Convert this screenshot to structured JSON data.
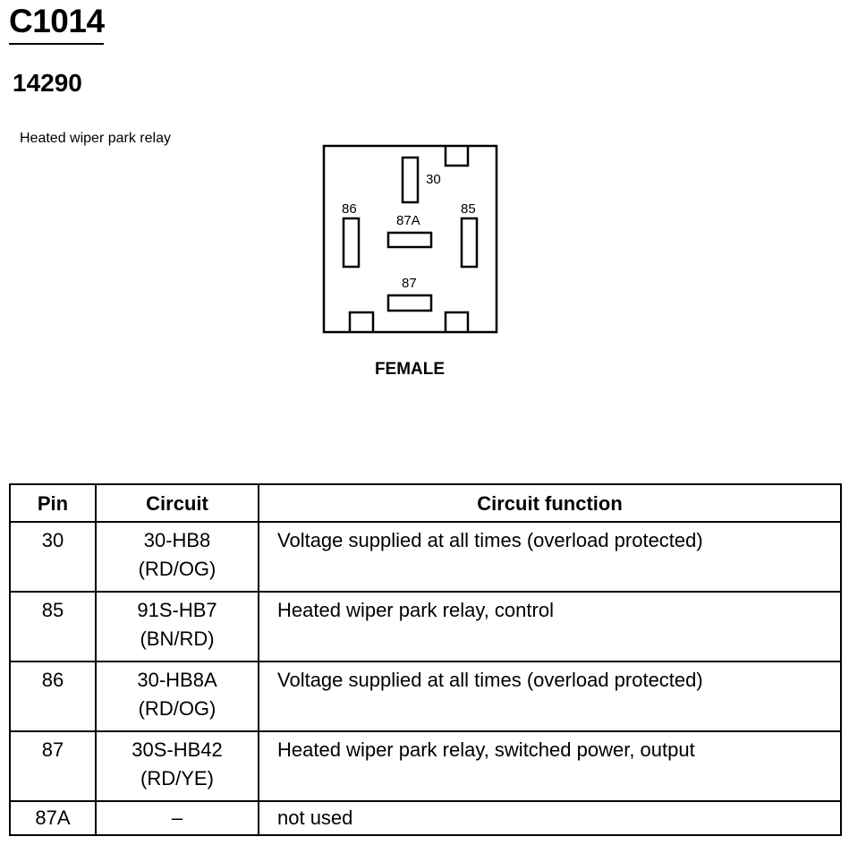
{
  "header": {
    "connector_id": "C1014",
    "part_number": "14290",
    "description": "Heated wiper park relay"
  },
  "connector_diagram": {
    "gender_label": "FEMALE",
    "terminals": [
      {
        "label": "30",
        "orientation": "vertical"
      },
      {
        "label": "86",
        "orientation": "vertical"
      },
      {
        "label": "87A",
        "orientation": "horizontal"
      },
      {
        "label": "85",
        "orientation": "vertical"
      },
      {
        "label": "87",
        "orientation": "horizontal"
      }
    ]
  },
  "table": {
    "headers": {
      "pin": "Pin",
      "circuit": "Circuit",
      "function": "Circuit function"
    },
    "rows": [
      {
        "pin": "30",
        "circuit": "30-HB8",
        "color": "(RD/OG)",
        "function": "Voltage supplied at all times (overload protected)"
      },
      {
        "pin": "85",
        "circuit": "91S-HB7",
        "color": "(BN/RD)",
        "function": "Heated wiper park relay, control"
      },
      {
        "pin": "86",
        "circuit": "30-HB8A",
        "color": "(RD/OG)",
        "function": "Voltage supplied at all times (overload protected)"
      },
      {
        "pin": "87",
        "circuit": "30S-HB42",
        "color": "(RD/YE)",
        "function": "Heated wiper park relay, switched power, output"
      },
      {
        "pin": "87A",
        "circuit": "–",
        "color": "",
        "function": "not used"
      }
    ]
  }
}
